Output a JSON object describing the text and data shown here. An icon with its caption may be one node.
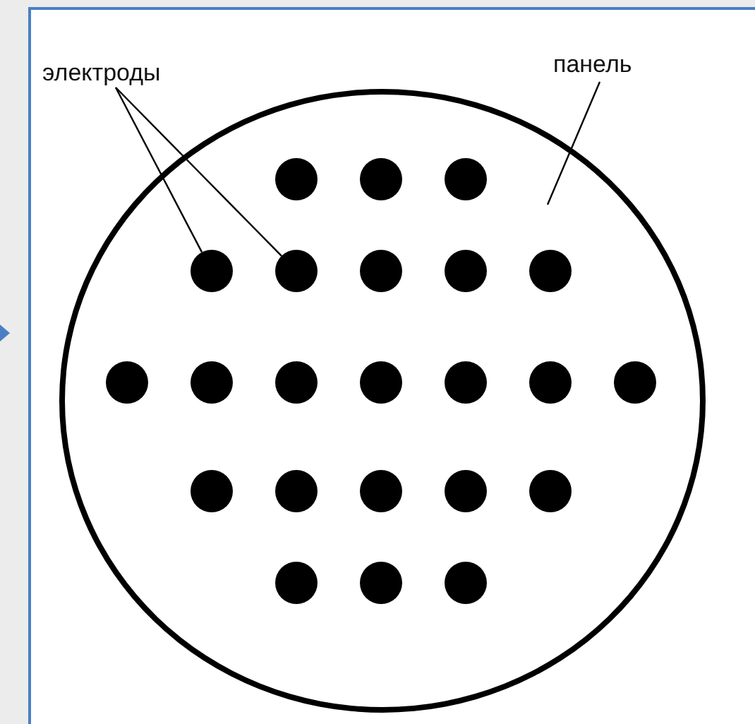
{
  "diagram": {
    "nodes": [
      {
        "text": [
          "электроды"
        ]
      },
      {
        "text": [
          "панель"
        ]
      },
      {
        "text": [],
        "shape": "circle"
      },
      {
        "text": [],
        "shape": "circle",
        "in": 2
      },
      {
        "text": [],
        "shape": "circle",
        "in": 2
      },
      {
        "text": [],
        "shape": "circle",
        "in": 2
      },
      {
        "text": [],
        "shape": "circle",
        "in": 2
      },
      {
        "text": [],
        "shape": "circle",
        "in": 2
      },
      {
        "text": [],
        "shape": "circle",
        "in": 2
      },
      {
        "text": [],
        "shape": "circle",
        "in": 2
      },
      {
        "text": [],
        "shape": "circle",
        "in": 2
      },
      {
        "text": [],
        "shape": "circle",
        "in": 2
      },
      {
        "text": [],
        "shape": "circle",
        "in": 2
      },
      {
        "text": [],
        "shape": "circle",
        "in": 2
      },
      {
        "text": [],
        "shape": "circle",
        "in": 2
      },
      {
        "text": [],
        "shape": "circle",
        "in": 2
      },
      {
        "text": [],
        "shape": "circle",
        "in": 2
      },
      {
        "text": [],
        "shape": "circle",
        "in": 2
      },
      {
        "text": [],
        "shape": "circle",
        "in": 2
      },
      {
        "text": [],
        "shape": "circle",
        "in": 2
      },
      {
        "text": [],
        "shape": "circle",
        "in": 2
      },
      {
        "text": [],
        "shape": "circle",
        "in": 2
      },
      {
        "text": [],
        "shape": "circle",
        "in": 2
      },
      {
        "text": [],
        "shape": "circle",
        "in": 2
      },
      {
        "text": [],
        "shape": "circle",
        "in": 2
      },
      {
        "text": [],
        "shape": "circle",
        "in": 2
      }
    ],
    "edges": [
      {
        "from": 0,
        "to": 6,
        "arrow": "none"
      },
      {
        "from": 0,
        "to": 7,
        "arrow": "none"
      },
      {
        "from": 1,
        "to": 2,
        "arrow": "none"
      }
    ]
  }
}
